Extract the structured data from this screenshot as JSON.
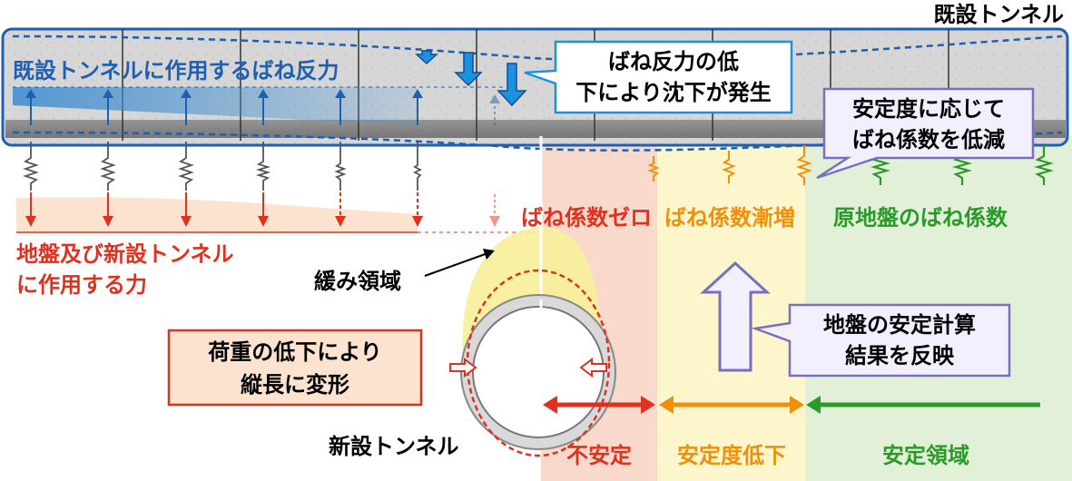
{
  "labels": {
    "existing_tunnel": "既設トンネル",
    "spring_reaction": "既設トンネルに作用するばね反力",
    "ground_force_line1": "地盤及び新設トンネル",
    "ground_force_line2": "に作用する力",
    "loose_zone": "緩み領域",
    "new_tunnel": "新設トンネル",
    "spring_zero": "ばね係数ゼロ",
    "spring_increase": "ばね係数漸増",
    "spring_original": "原地盤のばね係数",
    "zone_unstable": "不安定",
    "zone_reduced": "安定度低下",
    "zone_stable": "安定領域"
  },
  "callouts": {
    "settlement_line1": "ばね反力の低",
    "settlement_line2": "下により沈下が発生",
    "reduce_spring_line1": "安定度に応じて",
    "reduce_spring_line2": "ばね係数を低減",
    "reflect_line1": "地盤の安定計算",
    "reflect_line2": "結果を反映",
    "deform_line1": "荷重の低下により",
    "deform_line2": "縦長に変形"
  },
  "colors": {
    "blue": "#1f5fb0",
    "red": "#e0301e",
    "orange": "#f0900a",
    "green": "#2a9a2a",
    "purple": "#7a6fbf",
    "zone_red_bg": "#f9d9cc",
    "zone_yellow_bg": "#fdf6cc",
    "zone_green_bg": "#e3f0d8",
    "loose_yellow": "#f7f09a",
    "concrete": "#d9d9d9"
  }
}
